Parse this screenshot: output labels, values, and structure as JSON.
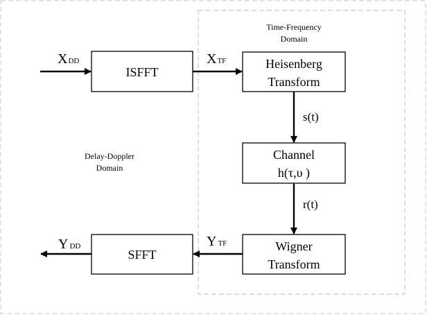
{
  "domains": {
    "tf": {
      "line1": "Time-Frequency",
      "line2": "Domain"
    },
    "dd": {
      "line1": "Delay-Doppler",
      "line2": "Domain"
    }
  },
  "blocks": {
    "isfft": "ISFFT",
    "heisenberg": {
      "line1": "Heisenberg",
      "line2": "Transform"
    },
    "channel": {
      "line1": "Channel",
      "line2": "h(τ,υ )"
    },
    "wigner": {
      "line1": "Wigner",
      "line2": "Transform"
    },
    "sfft": "SFFT"
  },
  "signals": {
    "x_dd": {
      "main": "X",
      "sub": "DD"
    },
    "x_tf": {
      "main": "X",
      "sub": "TF"
    },
    "y_tf": {
      "main": "Y",
      "sub": "TF"
    },
    "y_dd": {
      "main": "Y",
      "sub": "DD"
    },
    "s_t": "s(t)",
    "r_t": "r(t)"
  },
  "colors": {
    "outer_border": "#d0d0d0",
    "domain_border": "#c8c8c8",
    "line": "#000000"
  }
}
